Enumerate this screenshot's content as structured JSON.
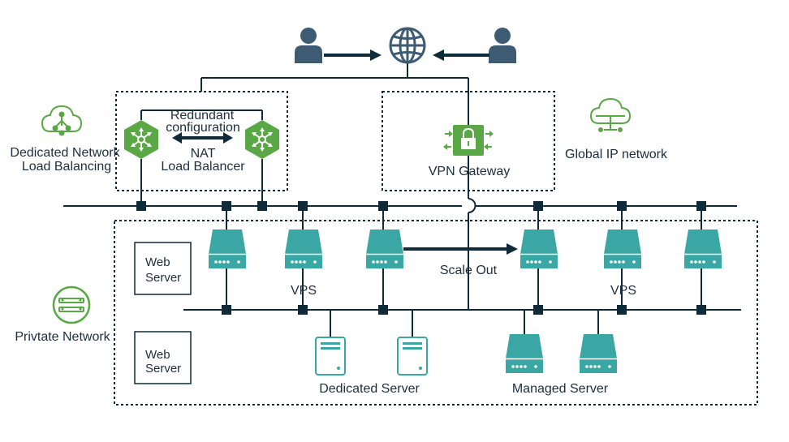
{
  "labels": {
    "redundant_line1": "Redundant",
    "redundant_line2": "configuration",
    "nat": "NAT",
    "load_balancer": "Load Balancer",
    "vpn_gateway": "VPN Gateway",
    "global_ip_network": "Global IP network",
    "dedicated_lb_line1": "Dedicated Network",
    "dedicated_lb_line2": "Load Balancing",
    "private_network": "Privtate Network",
    "scale_out": "Scale Out",
    "vps_left": "VPS",
    "vps_right": "VPS",
    "dedicated_server": "Dedicated Server",
    "managed_server": "Managed Server"
  },
  "boxes": {
    "web_server_1": {
      "line1": "Web",
      "line2": "Server"
    },
    "web_server_2": {
      "line1": "Web",
      "line2": "Server"
    }
  },
  "colors": {
    "line": "#0f2a38",
    "teal": "#3aa7a4",
    "teal_dark": "#2c8c89",
    "green": "#5aa845",
    "user": "#3d5c73",
    "text": "#1f2d3d"
  },
  "icons": {
    "users": "user-icon",
    "globe": "globe-icon",
    "balancer": "load-balancer-hex-icon",
    "vpn": "vpn-gateway-lock-icon",
    "cloud_network": "cloud-network-icon",
    "private_network": "private-network-icon",
    "server": "server-icon"
  }
}
